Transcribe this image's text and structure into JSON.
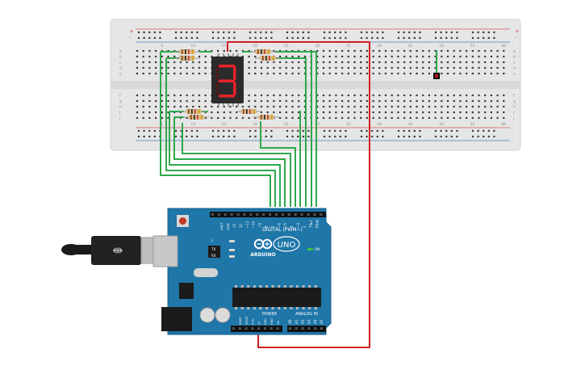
{
  "breadboard": {
    "col_numbers": [
      "5",
      "10",
      "15",
      "20",
      "25",
      "30",
      "35",
      "40",
      "45",
      "50",
      "55",
      "60"
    ],
    "row_letters_top": [
      "a",
      "b",
      "c",
      "d",
      "e"
    ],
    "row_letters_bottom": [
      "f",
      "g",
      "h",
      "i",
      "j"
    ],
    "rail_plus": "+",
    "rail_minus": "-",
    "colors": {
      "body": "#e6e6e6",
      "hole": "#3a3a3a",
      "rail_red": "#d9534f",
      "rail_blue": "#4a7bd0"
    }
  },
  "display": {
    "digit_shown": "3",
    "segment_color": "#e8232b",
    "body_color": "#2b2b2b"
  },
  "wires": {
    "green": "#2ea84a",
    "red": "#d11f1f"
  },
  "arduino": {
    "brand": "ARDUINO",
    "model": "UNO",
    "digital_label": "DIGITAL (PWM~)",
    "power_label": "POWER",
    "analog_label": "ANALOG IN",
    "tx_label": "TX",
    "rx_label": "RX",
    "l_label": "L",
    "on_label": "ON",
    "aref_label": "AREF",
    "gnd_label": "GND",
    "digital_pins": [
      "13",
      "12",
      "~11",
      "~10",
      "~9",
      "8",
      "7",
      "~6",
      "~5",
      "4",
      "~3",
      "2",
      "TX▸1",
      "RX◂0"
    ],
    "power_pins": [
      "IOREF",
      "RESET",
      "3.3V",
      "5V",
      "GND",
      "GND",
      "Vin"
    ],
    "analog_pins": [
      "A0",
      "A1",
      "A2",
      "A3",
      "A4",
      "A5"
    ],
    "board_color": "#1f76a8"
  }
}
